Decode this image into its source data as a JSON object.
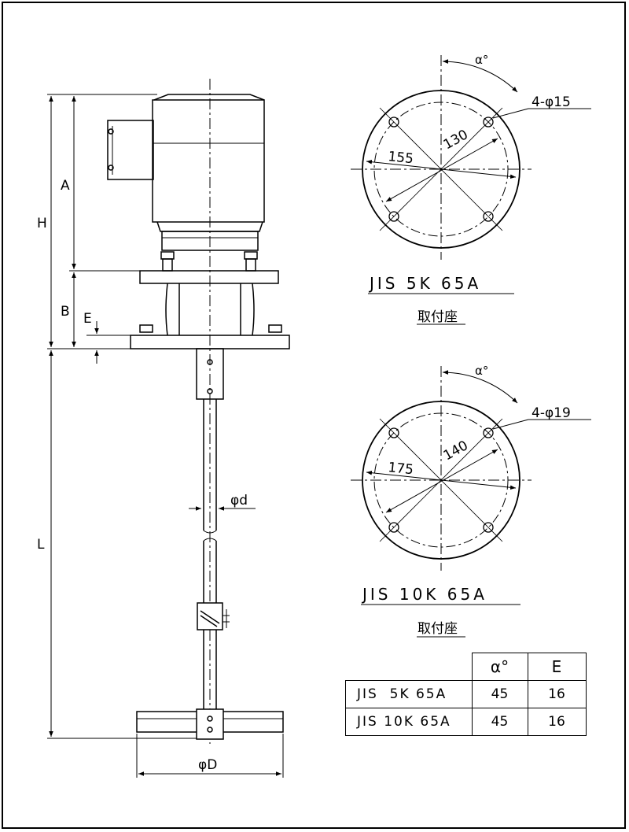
{
  "dimensions": {
    "H": "H",
    "A": "A",
    "B": "B",
    "E": "E",
    "L": "L",
    "shaft_dia": "φd",
    "impeller_dia": "φD"
  },
  "flange_5k": {
    "alpha": "α°",
    "holes": "4-φ15",
    "pcd": "130",
    "outer": "155",
    "title": "JIS 5K 65A",
    "subtitle": "取付座"
  },
  "flange_10k": {
    "alpha": "α°",
    "holes": "4-φ19",
    "pcd": "140",
    "outer": "175",
    "title": "JIS 10K 65A",
    "subtitle": "取付座"
  },
  "table": {
    "headers": [
      "α°",
      "E"
    ],
    "rows": [
      {
        "name": "JIS  5K 65A",
        "alpha": "45",
        "e": "16"
      },
      {
        "name": "JIS 10K 65A",
        "alpha": "45",
        "e": "16"
      }
    ]
  }
}
